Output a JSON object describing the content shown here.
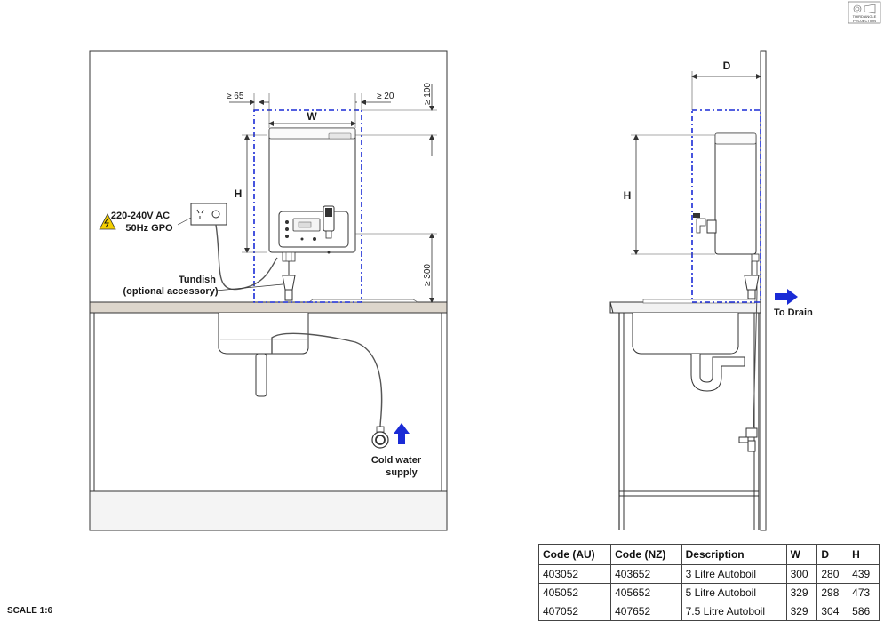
{
  "projection_label": [
    "THIRD ANGLE",
    "PROJECTION"
  ],
  "front_view": {
    "dim_w": "W",
    "dim_h": "H",
    "clear_left": "≥ 65",
    "clear_right": "≥ 20",
    "clear_top": "≥ 100",
    "clear_bottom": "≥ 300",
    "power_label_1": "220-240V AC",
    "power_label_2": "50Hz GPO",
    "tundish_label_1": "Tundish",
    "tundish_label_2": "(optional accessory)",
    "water_label_1": "Cold water",
    "water_label_2": "supply"
  },
  "side_view": {
    "dim_d": "D",
    "dim_h": "H",
    "drain_label": "To Drain"
  },
  "spec_table": {
    "headers": [
      "Code (AU)",
      "Code (NZ)",
      "Description",
      "W",
      "D",
      "H"
    ],
    "rows": [
      [
        "403052",
        "403652",
        "3 Litre Autoboil",
        "300",
        "280",
        "439"
      ],
      [
        "405052",
        "405652",
        "5 Litre Autoboil",
        "329",
        "298",
        "473"
      ],
      [
        "407052",
        "407652",
        "7.5 Litre Autoboil",
        "329",
        "304",
        "586"
      ]
    ]
  },
  "scale_label": "SCALE 1:6",
  "colors": {
    "outline": "#2b2b2b",
    "clearance_box": "#1a2bd6",
    "arrow": "#1a2bd6",
    "bench_top": "#ddd6cc",
    "warning": "#f5d000"
  }
}
